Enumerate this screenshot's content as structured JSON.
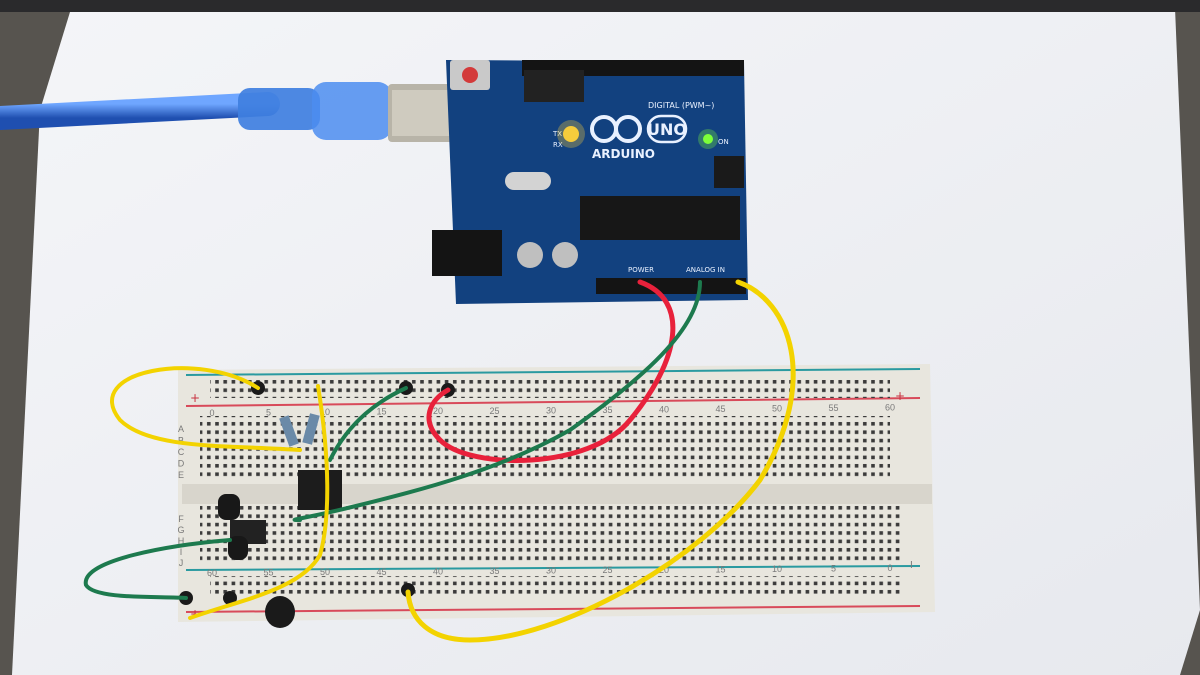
{
  "board": {
    "brand": "ARDUINO",
    "model": "UNO",
    "digital_header_label": "DIGITAL (PWM~)",
    "power_label": "POWER",
    "analog_label": "ANALOG IN",
    "tx_label": "TX",
    "rx_label": "RX",
    "on_label": "ON",
    "led_tx_color": "#ffd23a",
    "led_on_color": "#7dff3a",
    "pcb_color": "#12417f"
  },
  "breadboard": {
    "column_numbers_top": [
      "0",
      "5",
      "10",
      "15",
      "20",
      "25",
      "30",
      "35",
      "40",
      "45",
      "50",
      "55",
      "60"
    ],
    "column_numbers_bottom": [
      "60",
      "55",
      "50",
      "45",
      "40",
      "35",
      "30",
      "25",
      "20",
      "15",
      "10",
      "5",
      "0"
    ],
    "row_letters_top": [
      "A",
      "B",
      "C",
      "D",
      "E"
    ],
    "row_letters_bottom": [
      "F",
      "G",
      "H",
      "I",
      "J"
    ],
    "rail_plus": "+",
    "rail_minus": "I"
  },
  "wires": {
    "usb_cable_color": "#2b67c8",
    "red": "#e8213b",
    "green": "#1d7a4e",
    "yellow": "#f3d300"
  }
}
